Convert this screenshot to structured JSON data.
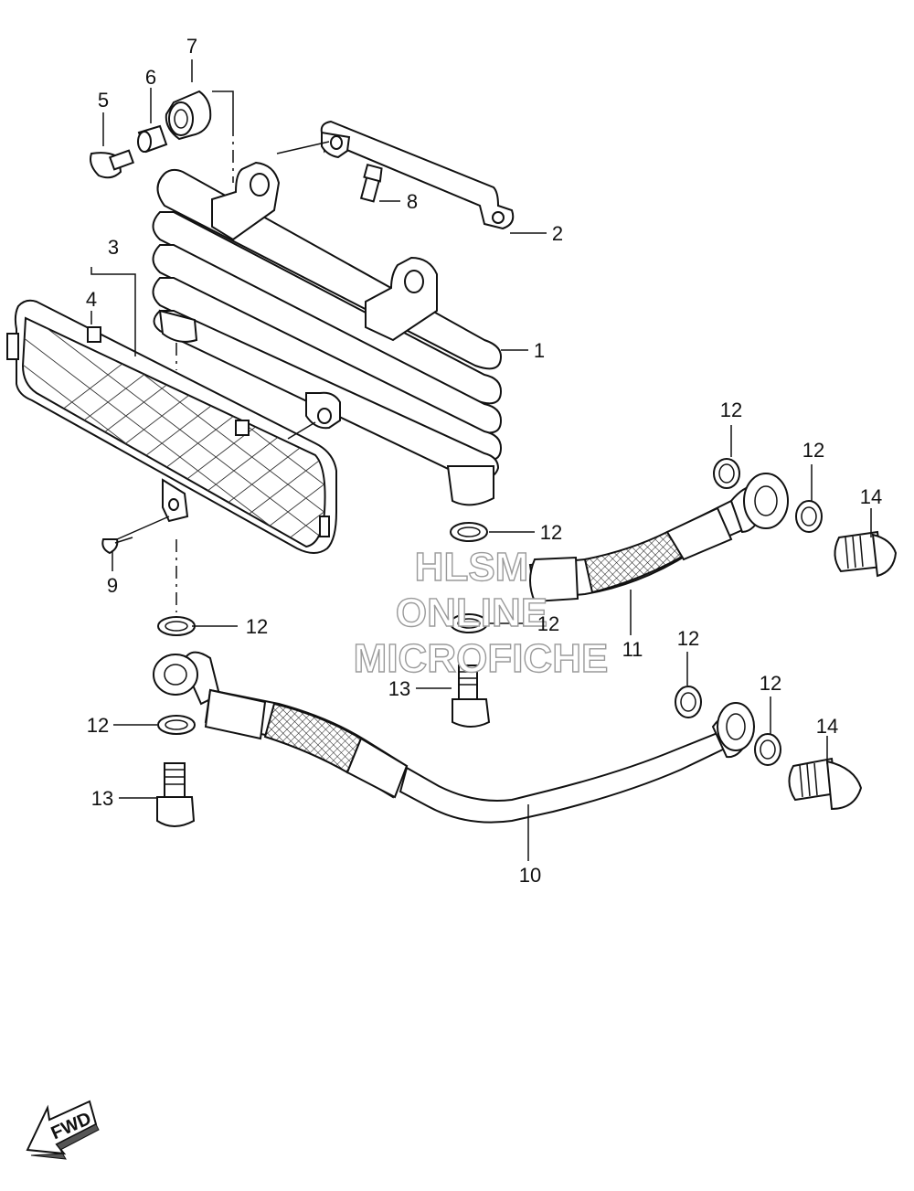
{
  "watermark": {
    "line1": "HLSM",
    "line2": "ONLINE",
    "line3": "MICROFICHE"
  },
  "fwd_label": "FWD",
  "callouts": [
    {
      "id": "c1",
      "label": "1"
    },
    {
      "id": "c2",
      "label": "2"
    },
    {
      "id": "c3",
      "label": "3"
    },
    {
      "id": "c4",
      "label": "4"
    },
    {
      "id": "c5",
      "label": "5"
    },
    {
      "id": "c6",
      "label": "6"
    },
    {
      "id": "c7",
      "label": "7"
    },
    {
      "id": "c8",
      "label": "8"
    },
    {
      "id": "c9",
      "label": "9"
    },
    {
      "id": "c10",
      "label": "10"
    },
    {
      "id": "c11",
      "label": "11"
    },
    {
      "id": "c12a",
      "label": "12"
    },
    {
      "id": "c12b",
      "label": "12"
    },
    {
      "id": "c12c",
      "label": "12"
    },
    {
      "id": "c12d",
      "label": "12"
    },
    {
      "id": "c12e",
      "label": "12"
    },
    {
      "id": "c12f",
      "label": "12"
    },
    {
      "id": "c12g",
      "label": "12"
    },
    {
      "id": "c12h",
      "label": "12"
    },
    {
      "id": "c13a",
      "label": "13"
    },
    {
      "id": "c13b",
      "label": "13"
    },
    {
      "id": "c14a",
      "label": "14"
    },
    {
      "id": "c14b",
      "label": "14"
    }
  ],
  "colors": {
    "line": "#111111",
    "watermark_outline": "#9a9a9a"
  }
}
